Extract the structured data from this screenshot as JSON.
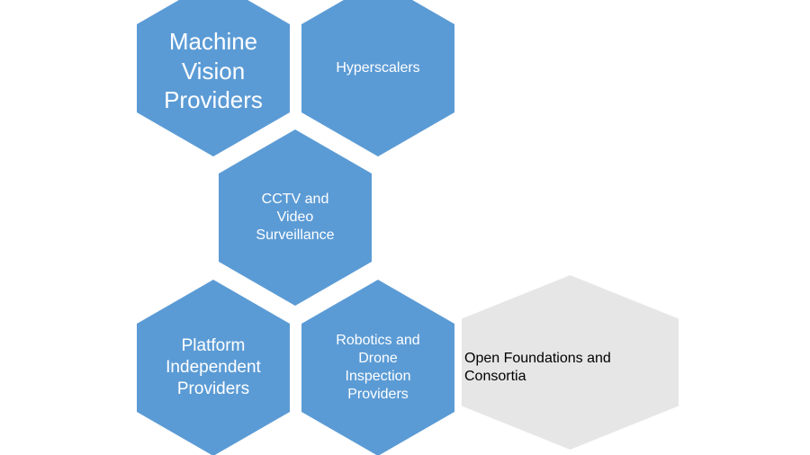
{
  "diagram": {
    "nodes": [
      {
        "id": "machine-vision",
        "label": "Machine Vision Providers",
        "color": "#5b9bd5"
      },
      {
        "id": "hyperscalers",
        "label": "Hyperscalers",
        "color": "#5b9bd5"
      },
      {
        "id": "cctv",
        "label": "CCTV and Video Surveillance",
        "color": "#5b9bd5"
      },
      {
        "id": "platform",
        "label": "Platform Independent Providers",
        "color": "#5b9bd5"
      },
      {
        "id": "robotics",
        "label": "Robotics and Drone Inspection Providers",
        "color": "#5b9bd5"
      },
      {
        "id": "open-foundations",
        "label": "Open Foundations and Consortia",
        "color": "#e6e6e6"
      }
    ]
  }
}
